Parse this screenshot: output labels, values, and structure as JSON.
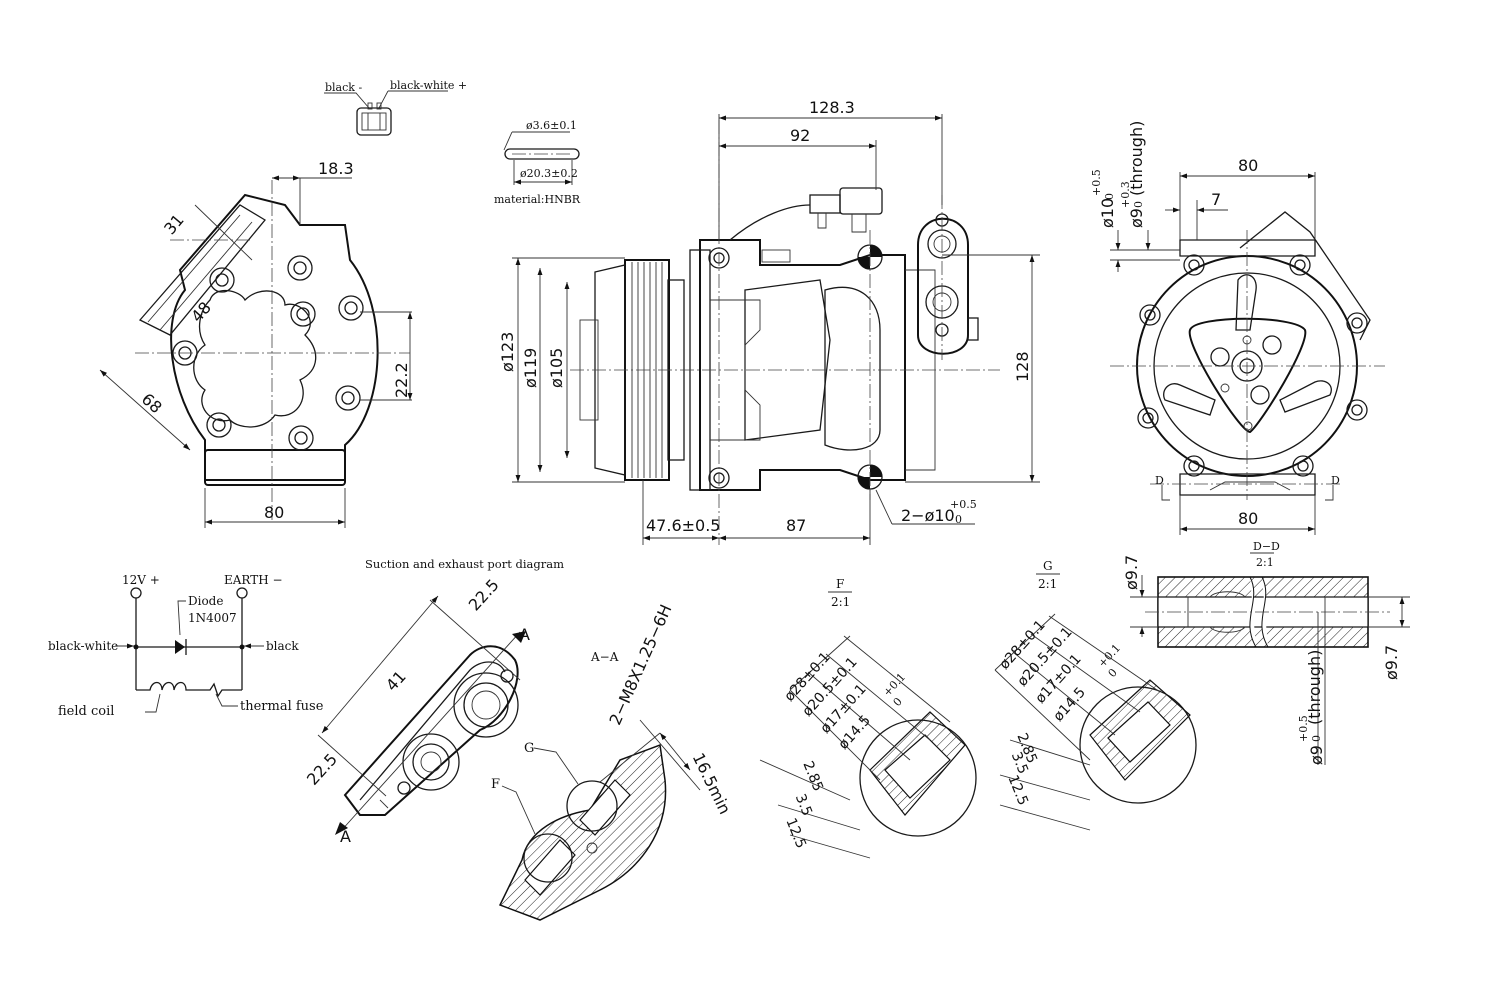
{
  "connector": {
    "black_label": "black -",
    "black_white_label": "black-white +"
  },
  "oring": {
    "wire_dia": "ø3.6±0.1",
    "inner_dia": "ø20.3±0.2",
    "material": "material:HNBR"
  },
  "left_view": {
    "d_18_3": "18.3",
    "d_31": "31",
    "d_48": "48",
    "d_68": "68",
    "d_22_2": "22.2",
    "d_80": "80"
  },
  "side_view": {
    "d_128_3": "128.3",
    "d_92": "92",
    "d_123": "ø123",
    "d_119": "ø119",
    "d_105": "ø105",
    "d_128": "128",
    "d_47_6": "47.6±0.5",
    "d_87": "87",
    "d_hole_main": "2−ø10",
    "d_hole_tol": "+0.5",
    "d_hole_low": "0"
  },
  "right_view": {
    "d_80_top": "80",
    "d_7": "7",
    "d_80_bottom": "80",
    "hole10": "ø10",
    "hole10_tol": "+0.5",
    "hole10_low": "0",
    "hole9": "ø9",
    "hole9_tol": "+0.3",
    "hole9_low": "0",
    "hole9_note": "(through)",
    "sect_mark": "D"
  },
  "wiring": {
    "v12": "12V +",
    "earth": "EARTH −",
    "diode": "Diode",
    "diode_part": "1N4007",
    "black_white": "black-white",
    "black": "black",
    "field_coil": "field coil",
    "thermal_fuse": "thermal fuse"
  },
  "port_diagram": {
    "title": "Suction and exhaust port diagram",
    "d_22_5_top": "22.5",
    "d_41": "41",
    "d_22_5_bottom": "22.5",
    "mark_a": "A"
  },
  "section_aa": {
    "title": "A−A",
    "thread": "2−M8X1.25−6H",
    "depth": "16.5min",
    "mark_g": "G",
    "mark_f": "F"
  },
  "detail_f": {
    "title": "F",
    "scale": "2:1",
    "d28": "ø28±0.1",
    "d20_5": "ø20.5±0.1",
    "d17": "ø17±0.1",
    "d14_5": "ø14.5",
    "d14_5_tol": "+0.1",
    "d14_5_low": "0",
    "d2_85": "2.85",
    "d3_5": "3.5",
    "d12_5": "12.5"
  },
  "detail_g": {
    "title": "G",
    "scale": "2:1",
    "d28": "ø28±0.1",
    "d20_5": "ø20.5±0.1",
    "d17": "ø17±0.1",
    "d14_5": "ø14.5",
    "d14_5_tol": "+0.1",
    "d14_5_low": "0",
    "d2_85": "2.85",
    "d3_5": "3.5",
    "d12_5": "12.5"
  },
  "section_dd": {
    "title": "D−D",
    "scale": "2:1",
    "d9_7_top": "ø9.7",
    "d9_7_right": "ø9.7",
    "hole9": "ø9",
    "hole9_tol": "+0.5",
    "hole9_low": "0",
    "hole9_note": "(through)"
  }
}
